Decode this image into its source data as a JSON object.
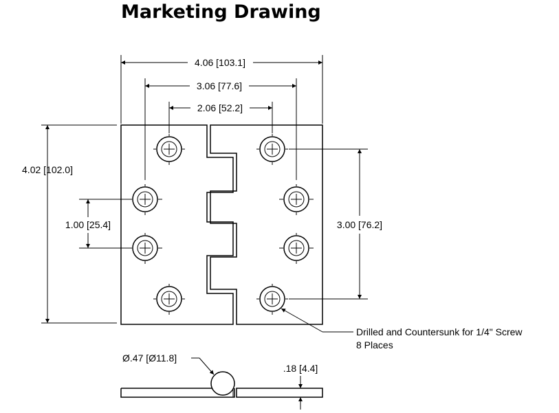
{
  "title": "Marketing Drawing",
  "dimensions": {
    "overall_width": "4.06 [103.1]",
    "outer_hole_spacing": "3.06 [77.6]",
    "inner_hole_spacing": "2.06 [52.2]",
    "overall_height": "4.02 [102.0]",
    "hole_pitch": "1.00 [25.4]",
    "outer_hole_vertical": "3.00 [76.2]",
    "knuckle_diameter": "Ø.47 [Ø11.8]",
    "leaf_thickness": ".18 [4.4]"
  },
  "note": {
    "line1": "Drilled and Countersunk for 1/4\" Screw",
    "line2": "8 Places"
  }
}
